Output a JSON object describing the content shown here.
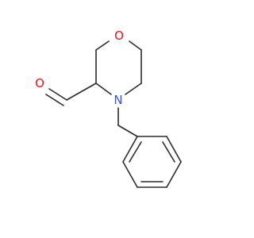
{
  "molecule": {
    "atoms": {
      "ring_oxygen": "O",
      "aldehyde_oxygen": "O",
      "nitrogen": "N"
    },
    "colors": {
      "oxygen": "#ff0d0d",
      "nitrogen": "#3050f8",
      "bond": "#2b2b2b",
      "background": "#ffffff"
    }
  }
}
